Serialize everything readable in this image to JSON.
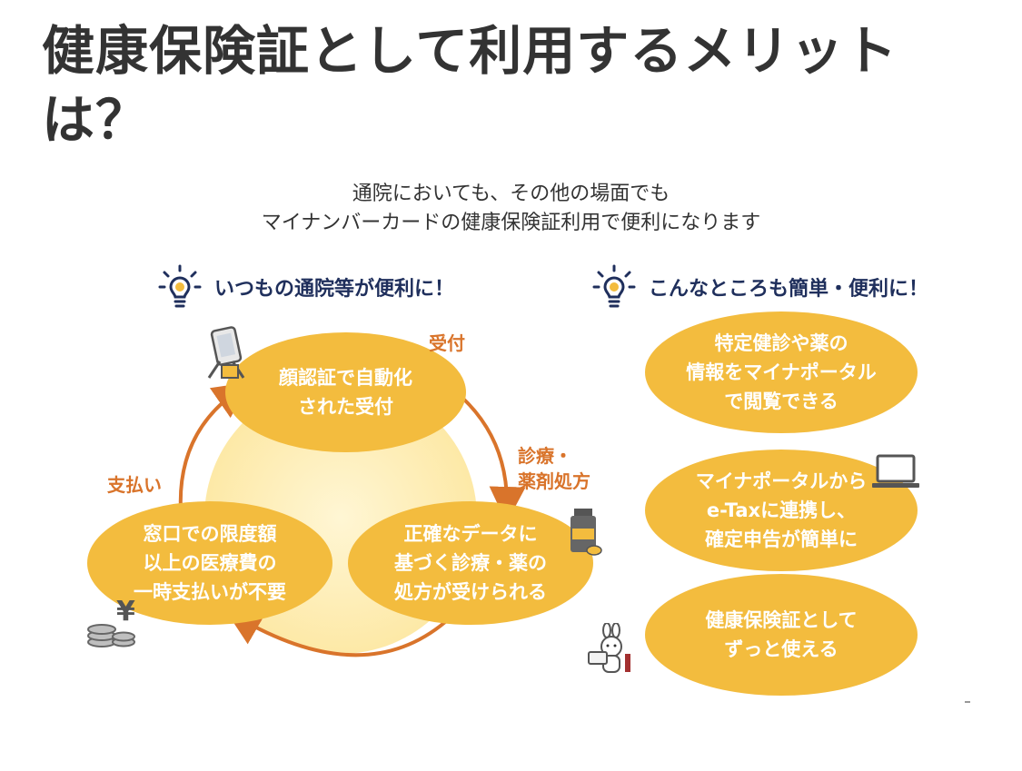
{
  "title": "健康保険証として利用するメリットは？",
  "subtitle_lines": [
    "通院においても、その他の場面でも",
    "マイナンバーカードの健康保険証利用で便利になります"
  ],
  "left_section": {
    "heading": "いつもの通院等が便利に！",
    "cycle": [
      {
        "label": "受付",
        "text": "顔認証で自動化\nされた受付"
      },
      {
        "label": "診療・\n薬剤処方",
        "text": "正確なデータに\n基づく診療・薬の\n処方が受けられる"
      },
      {
        "label": "支払い",
        "text": "窓口での限度額\n以上の医療費の\n一時支払いが不要"
      }
    ]
  },
  "right_section": {
    "heading": "こんなところも簡単・便利に！",
    "items": [
      {
        "text": "特定健診や薬の\n情報をマイナポータル\nで閲覧できる"
      },
      {
        "text": "マイナポータルから\ne-Taxに連携し、\n確定申告が簡単に"
      },
      {
        "text": "健康保険証として\nずっと使える"
      }
    ]
  },
  "icons": {
    "bulb": "lightbulb-gear-icon",
    "reception": "face-recognition-terminal-icon",
    "medicine": "medicine-bottle-icon",
    "payment": "yen-coins-icon",
    "computer": "laptop-icon",
    "mascot": "mynumber-rabbit-mascot-icon"
  },
  "colors": {
    "bubble": "#f3bc3e",
    "accent": "#d9742b",
    "heading": "#1f2f5c",
    "glow": "#fde9a7"
  }
}
